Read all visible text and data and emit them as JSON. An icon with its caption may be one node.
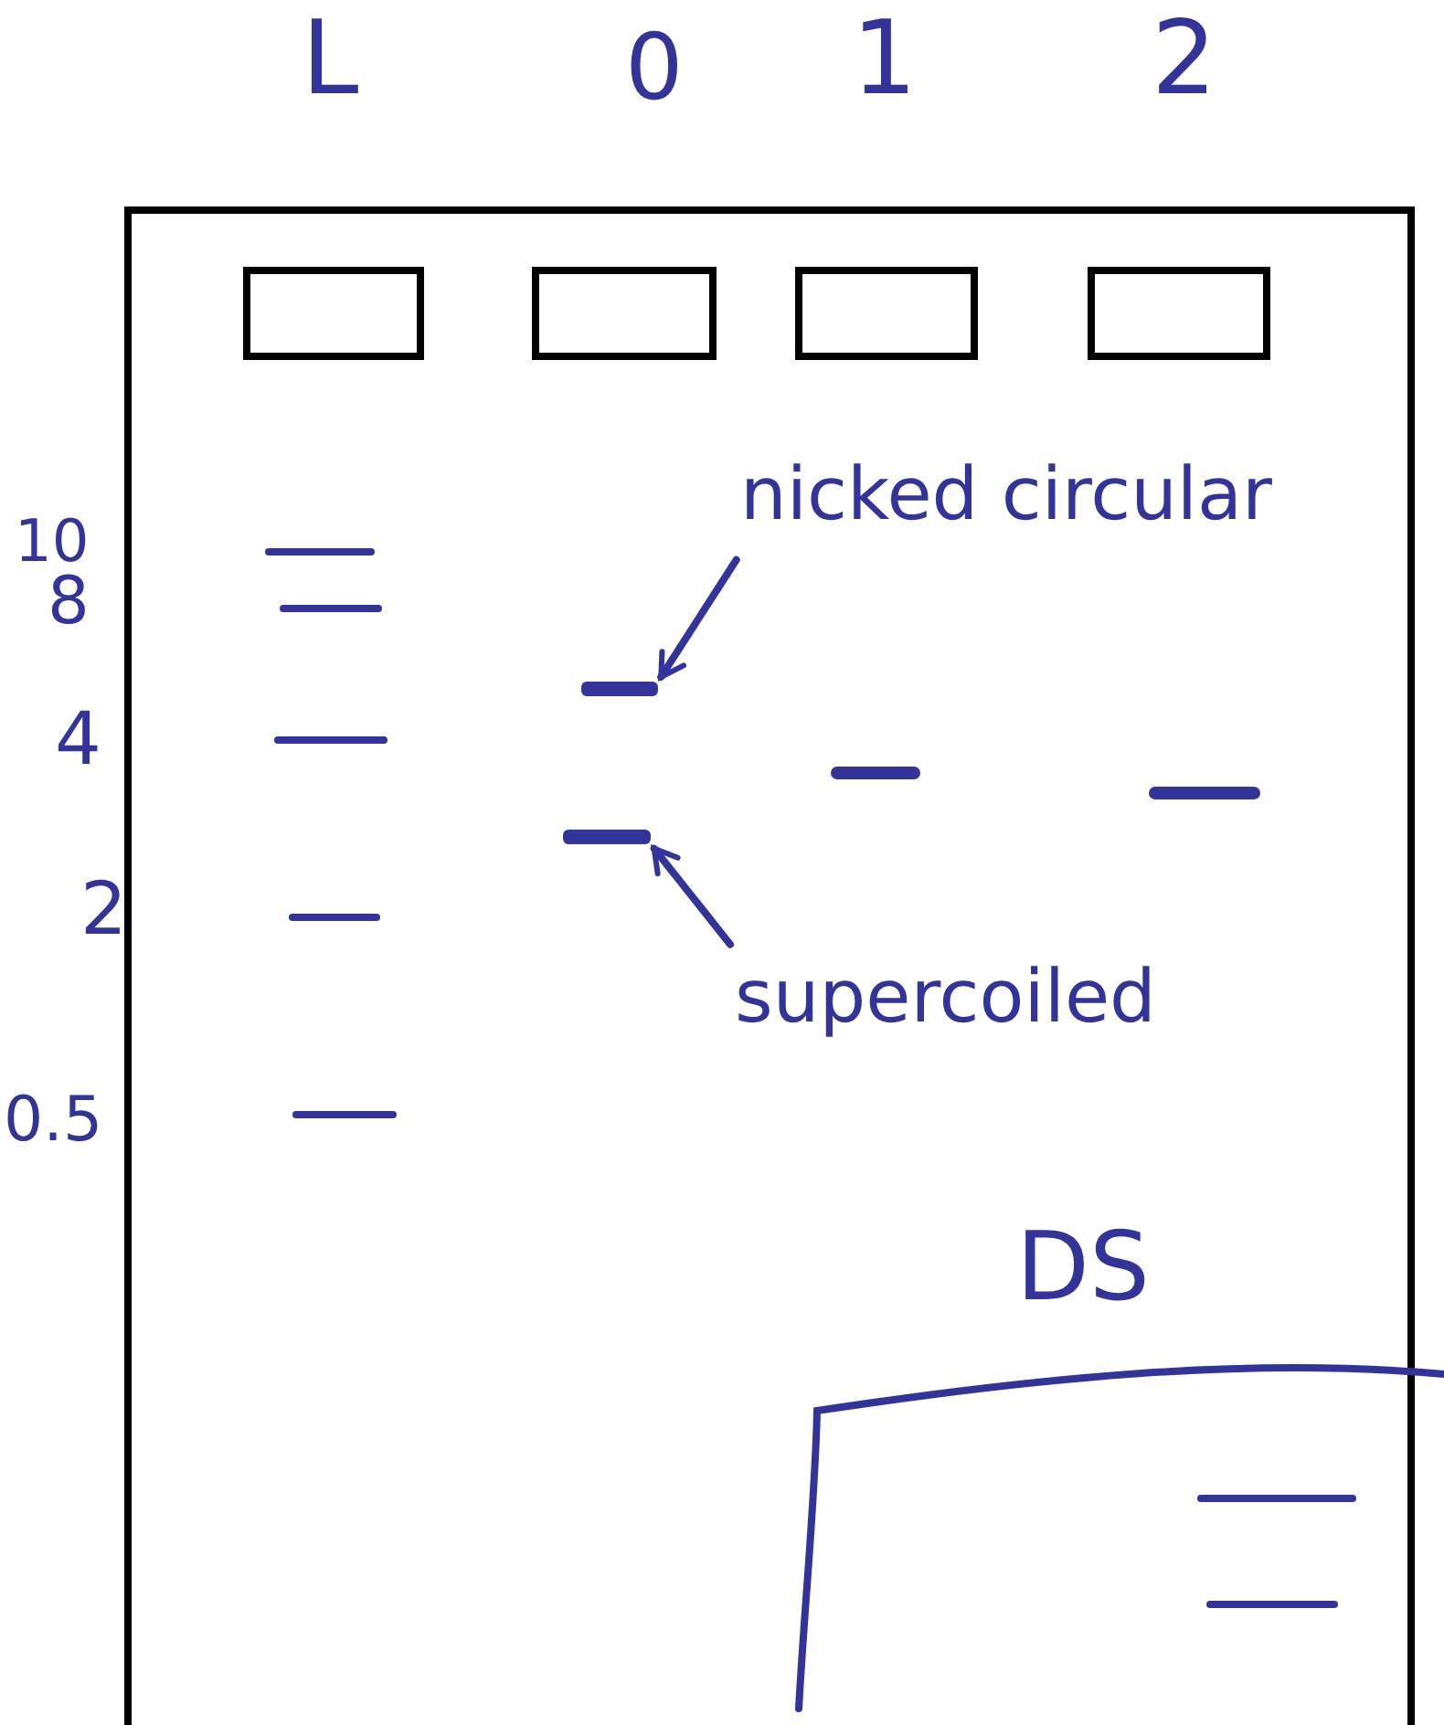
{
  "diagram": {
    "nodes": [
      {
        "text": [
          "nicked circular"
        ]
      },
      {
        "text": [],
        "shape": "bar"
      },
      {
        "text": [
          "supercoiled"
        ]
      },
      {
        "text": [],
        "shape": "bar"
      }
    ],
    "edges": [
      {
        "from": 0,
        "to": 1,
        "arrow": "to"
      },
      {
        "from": 2,
        "to": 3,
        "arrow": "to"
      }
    ],
    "labels": [
      "L",
      "0",
      "1",
      "2",
      "10",
      "8",
      "4",
      "2",
      "0.5",
      "DS"
    ]
  }
}
